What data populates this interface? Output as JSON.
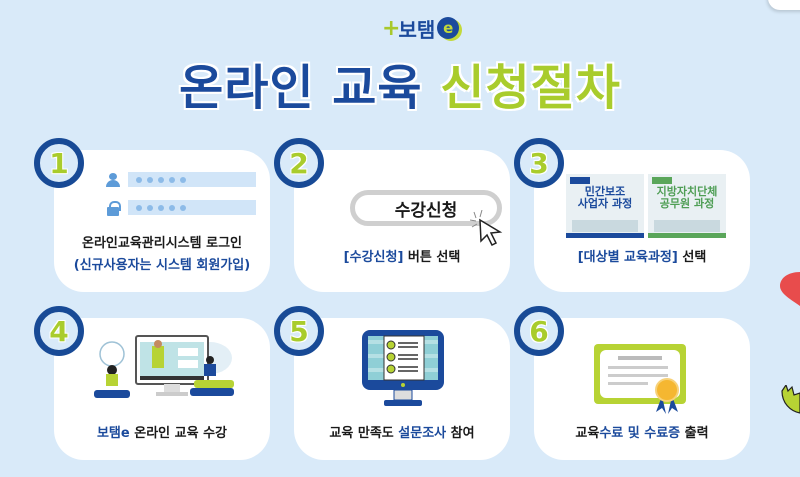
{
  "header": {
    "logo_text": "보탬",
    "logo_plus": "+",
    "logo_e": "e",
    "title_part1": "온라인 교육",
    "title_part2": "신청절차"
  },
  "colors": {
    "background": "#d9eaf9",
    "primary_blue": "#1b4a9c",
    "accent_green": "#a9cc2c",
    "card_bg": "#ffffff"
  },
  "steps": [
    {
      "number": "1",
      "illustration": "login-form",
      "caption_line1": "온라인교육관리시스템 로그인",
      "caption_line2": "(신규사용자는 시스템 회원가입)"
    },
    {
      "number": "2",
      "illustration": "apply-button-click",
      "button_label": "수강신청",
      "caption_highlight": "[수강신청]",
      "caption_rest": " 버튼 선택"
    },
    {
      "number": "3",
      "illustration": "course-thumbnails",
      "thumbnails": [
        {
          "line1": "민간보조",
          "line2": "사업자 과정",
          "color": "#1b4a9c"
        },
        {
          "line1": "지방자치단체",
          "line2": "공무원 과정",
          "color": "#5aa65a"
        }
      ],
      "caption_highlight": "[대상별 교육과정]",
      "caption_rest": " 선택"
    },
    {
      "number": "4",
      "illustration": "online-lecture",
      "caption_highlight": "보탬e",
      "caption_rest": " 온라인 교육 수강"
    },
    {
      "number": "5",
      "illustration": "survey-monitor",
      "caption_pre": "교육 만족도 ",
      "caption_highlight": "설문조사",
      "caption_post": " 참여"
    },
    {
      "number": "6",
      "illustration": "certificate",
      "caption_pre": "교육",
      "caption_highlight": "수료 및 수료증",
      "caption_post": " 출력"
    }
  ]
}
